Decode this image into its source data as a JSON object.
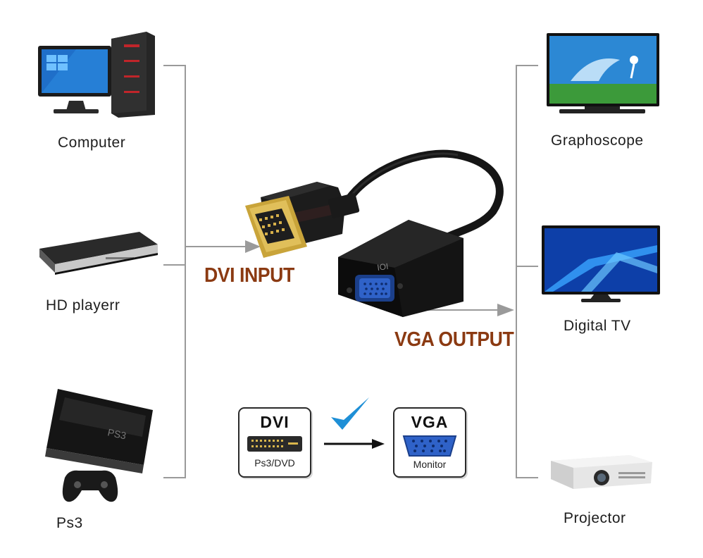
{
  "inputs": {
    "computer": "Computer",
    "hd_player": "HD playerr",
    "ps3": "Ps3"
  },
  "outputs": {
    "graphoscope": "Graphoscope",
    "digital_tv": "Digital  TV",
    "projector": "Projector"
  },
  "center": {
    "dvi_input": "DVI INPUT",
    "vga_output": "VGA OUTPUT"
  },
  "compat": {
    "dvi_title": "DVI",
    "dvi_sub": "Ps3/DVD",
    "vga_title": "VGA",
    "vga_sub": "Monitor"
  },
  "icons": {
    "check": "check-icon",
    "arrow": "arrow-right-icon"
  },
  "colors": {
    "headline": "#8b3a12",
    "check": "#1e8fd6",
    "bracket": "#9a9a9a",
    "vga_port": "#2f62c8"
  }
}
